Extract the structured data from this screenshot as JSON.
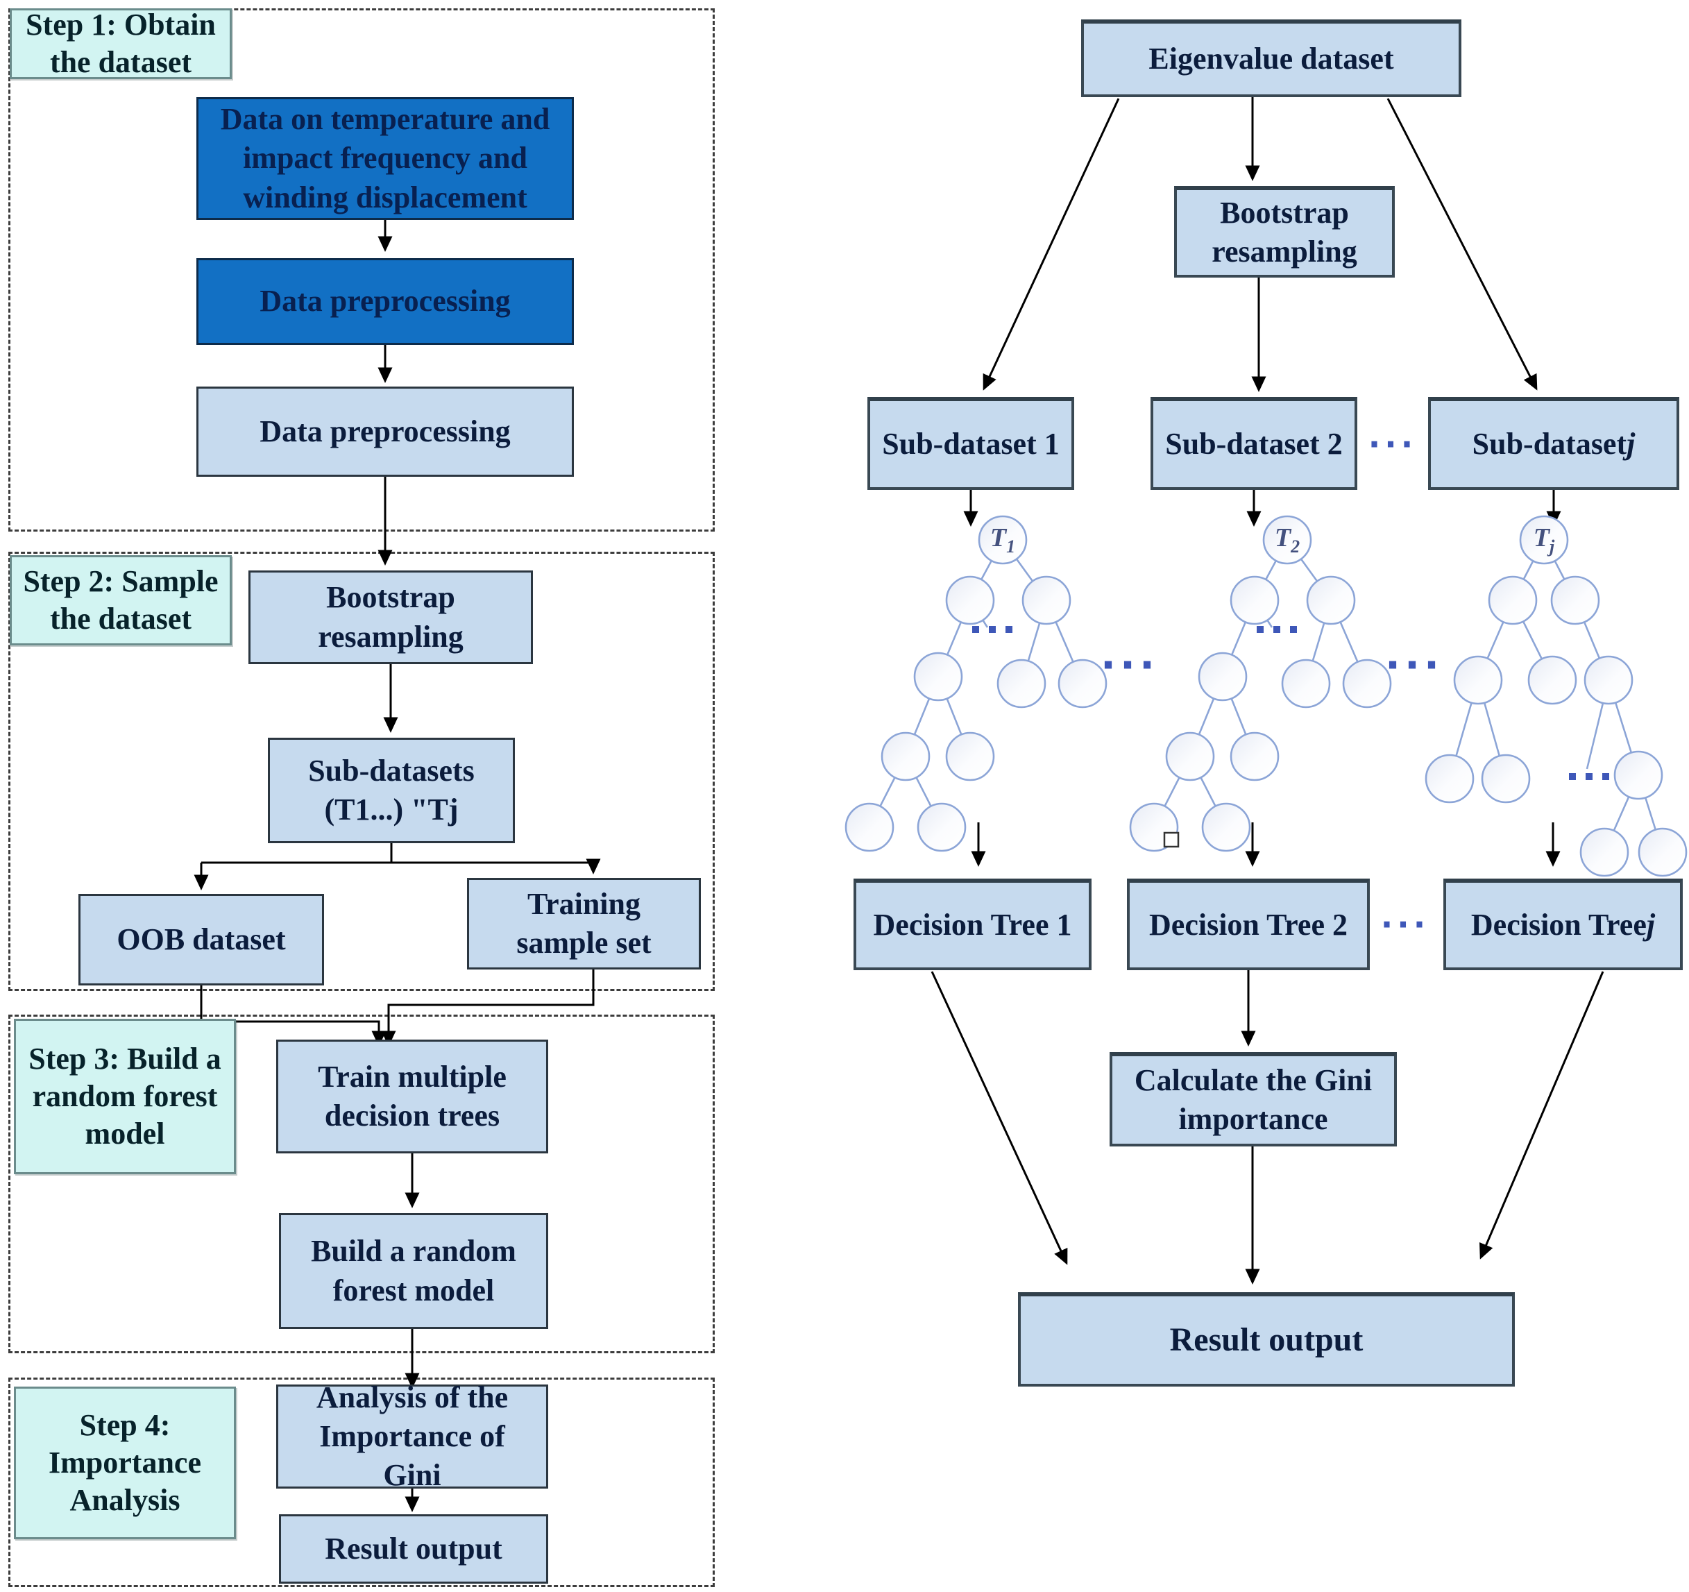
{
  "figure": {
    "title_semantic": "Random forest modeling flowchart",
    "colors": {
      "dark_blue_box": "#1270c4",
      "light_blue_box": "#c6daee",
      "step_label_cyan": "#d2f4f2",
      "tree_node_stroke": "#8ca5d7",
      "dots_blue": "#3e57b8",
      "arrow_black": "#000000"
    }
  },
  "left_panel": {
    "steps": [
      {
        "label": "Step 1: Obtain\nthe dataset"
      },
      {
        "label": "Step 2: Sample\nthe dataset"
      },
      {
        "label": "Step 3: Build a\nrandom forest\nmodel"
      },
      {
        "label": "Step 4:\nImportance\nAnalysis"
      }
    ],
    "boxes": {
      "data_source": "Data on temperature and\nimpact frequency and\nwinding displacement",
      "data_preprocessing_dark": "Data preprocessing",
      "data_preprocessing_light": "Data preprocessing",
      "bootstrap_resampling": "Bootstrap\nresampling",
      "sub_datasets": "Sub-datasets\n(T1...) \"Tj",
      "oob_dataset": "OOB dataset",
      "training_sample_set": "Training\nsample set",
      "train_multiple_trees": "Train multiple\ndecision trees",
      "build_random_forest": "Build a random\nforest model",
      "gini_importance_analysis": "Analysis of the\nImportance of\nGini",
      "result_output": "Result output"
    }
  },
  "right_panel": {
    "eigenvalue_dataset": "Eigenvalue dataset",
    "bootstrap_resampling": "Bootstrap\nresampling",
    "sub_datasets": [
      "Sub-dataset 1",
      "Sub-dataset 2"
    ],
    "sub_dataset_j_prefix": "Sub-dataset ",
    "sub_dataset_j_suffix": "j",
    "tree_labels": [
      {
        "base": "T",
        "sub": "1"
      },
      {
        "base": "T",
        "sub": "2"
      },
      {
        "base": "T",
        "sub": "j"
      }
    ],
    "decision_trees": [
      "Decision Tree 1",
      "Decision Tree 2"
    ],
    "decision_tree_j_prefix": "Decision Tree ",
    "decision_tree_j_suffix": "j",
    "calculate_gini": "Calculate the Gini\nimportance",
    "result_output": "Result output",
    "ellipsis": "···"
  }
}
